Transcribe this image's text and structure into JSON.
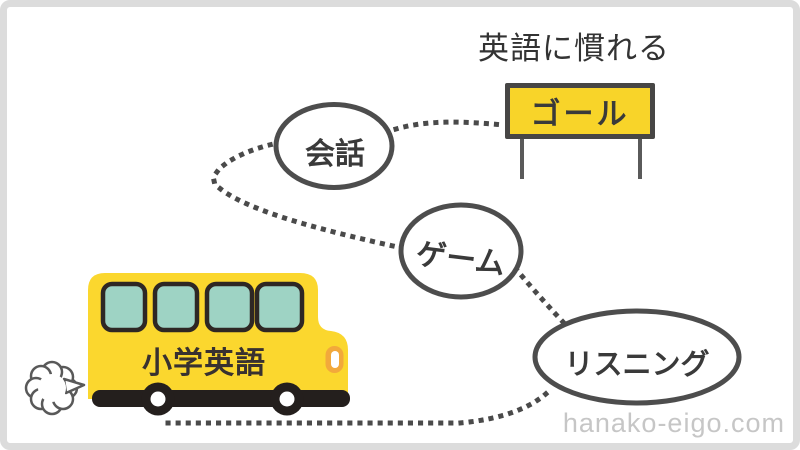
{
  "illustration": {
    "title": "英語に慣れる",
    "goal_sign_label": "ゴール",
    "stops": [
      {
        "id": "kaiwa",
        "label": "会話"
      },
      {
        "id": "game",
        "label": "ゲーム"
      },
      {
        "id": "listening",
        "label": "リスニング"
      }
    ],
    "bus_label": "小学英語",
    "watermark": "hanako-eigo.com"
  },
  "icons": {
    "bus": "school-bus-icon",
    "exhaust": "exhaust-puff-icon"
  },
  "colors": {
    "frame_border": "#dcdcdc",
    "background": "#ffffff",
    "sign_yellow": "#f8d429",
    "bus_yellow": "#fbd72e",
    "window_teal": "#9ed3c4",
    "dark_outline": "#2e2724",
    "path_gray": "#4a4a4a",
    "ellipse_gray": "#4d4d4d",
    "text_dark": "#3a3a3a",
    "watermark_gray": "#c6c6c6",
    "headlight_orange": "#f2a93b"
  }
}
